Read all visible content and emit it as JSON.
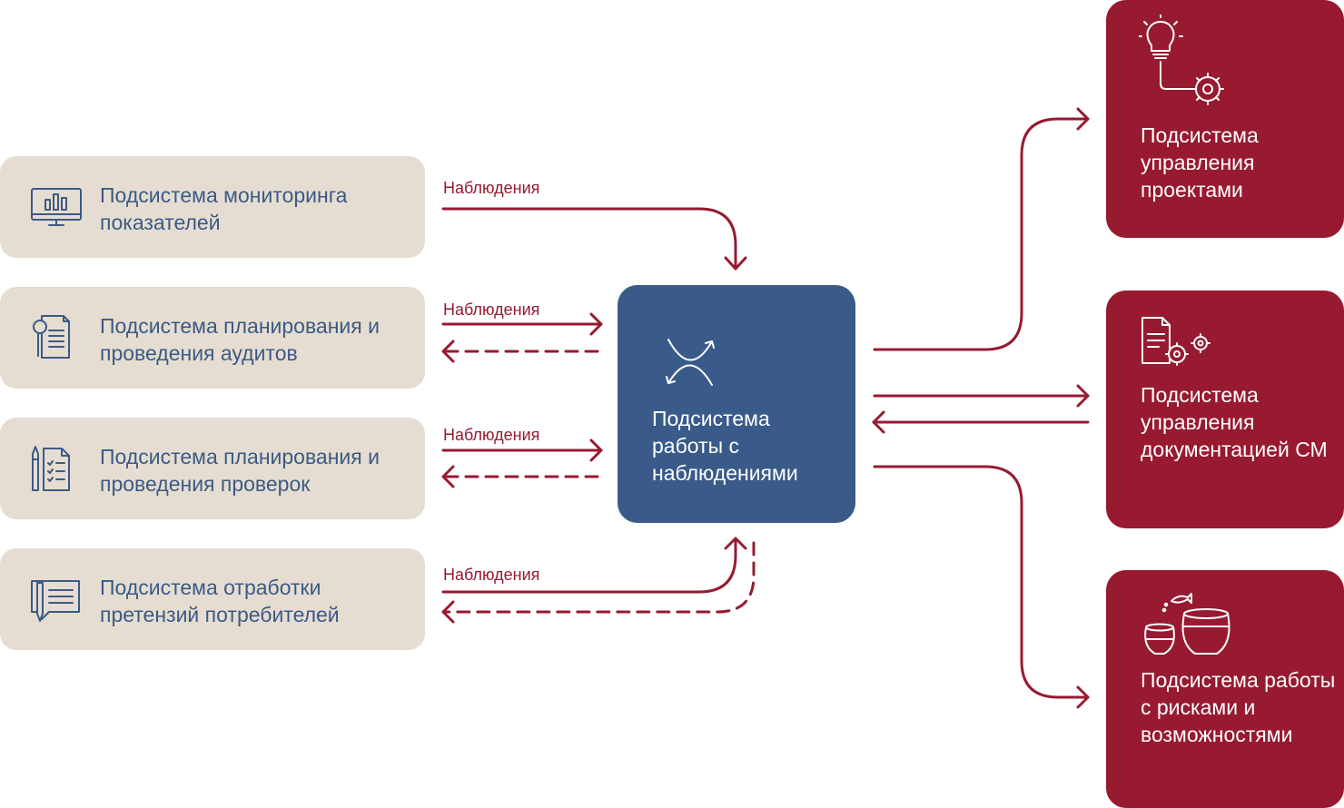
{
  "left_boxes": [
    {
      "label": "Подсистема мониторинга показателей",
      "icon": "monitor-chart-icon"
    },
    {
      "label": "Подсистема планирования и проведения аудитов",
      "icon": "document-magnifier-icon"
    },
    {
      "label": "Подсистема планирования и проведения проверок",
      "icon": "pencil-checklist-icon"
    },
    {
      "label": "Подсистема отработки претензий потребителей",
      "icon": "pencil-message-icon"
    }
  ],
  "center_box": {
    "label": "Подсистема работы с наблюдениями",
    "icon": "exchange-curves-icon"
  },
  "right_boxes": [
    {
      "label": "Подсистема управления проектами",
      "icon": "lightbulb-gear-icon"
    },
    {
      "label": "Подсистема управления документацией СМ",
      "icon": "document-gears-icon"
    },
    {
      "label": "Подсистема работы с рисками и возможностями",
      "icon": "fishbowls-fish-icon"
    }
  ],
  "arrow_labels": [
    "Наблюдения",
    "Наблюдения",
    "Наблюдения",
    "Наблюдения"
  ],
  "colors": {
    "left_box_fill": "#e5ddd1",
    "left_box_text": "#3c5a85",
    "center_box_fill": "#3a5b89",
    "right_box_fill": "#971a31",
    "arrow": "#971a31"
  }
}
